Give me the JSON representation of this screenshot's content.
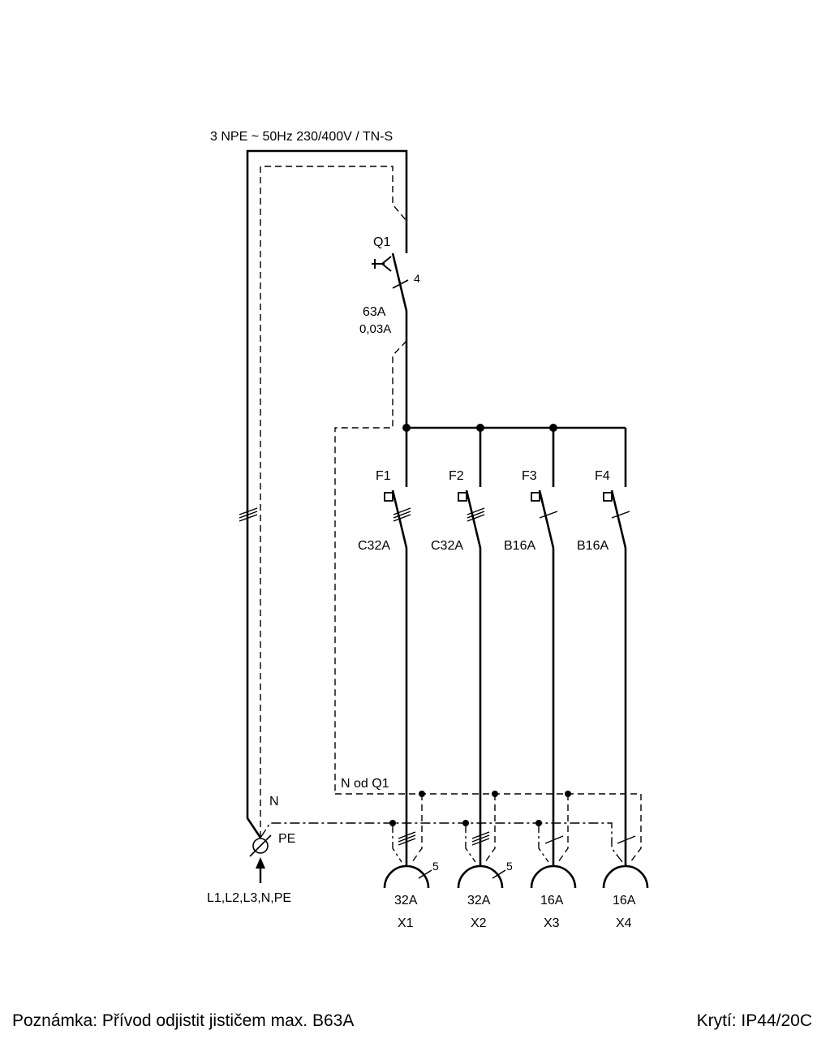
{
  "supply": {
    "label": "3 NPE ~ 50Hz  230/400V / TN-S"
  },
  "main_switch": {
    "name": "Q1",
    "poles": "4",
    "rating": "63A",
    "residual": "0,03A"
  },
  "breakers": [
    {
      "name": "F1",
      "rating": "C32A"
    },
    {
      "name": "F2",
      "rating": "C32A"
    },
    {
      "name": "F3",
      "rating": "B16A"
    },
    {
      "name": "F4",
      "rating": "B16A"
    }
  ],
  "neutral": {
    "bus_label": "N od Q1",
    "label": "N"
  },
  "earth": {
    "label": "PE"
  },
  "input": {
    "label": "L1,L2,L3,N,PE"
  },
  "sockets": [
    {
      "rating": "32A",
      "name": "X1",
      "poles": "5"
    },
    {
      "rating": "32A",
      "name": "X2",
      "poles": "5"
    },
    {
      "rating": "16A",
      "name": "X3",
      "poles": ""
    },
    {
      "rating": "16A",
      "name": "X4",
      "poles": ""
    }
  ],
  "footer": {
    "note": "Poznámka: Přívod odjistit jističem max. B63A",
    "protection": "Krytí: IP44/20C"
  }
}
